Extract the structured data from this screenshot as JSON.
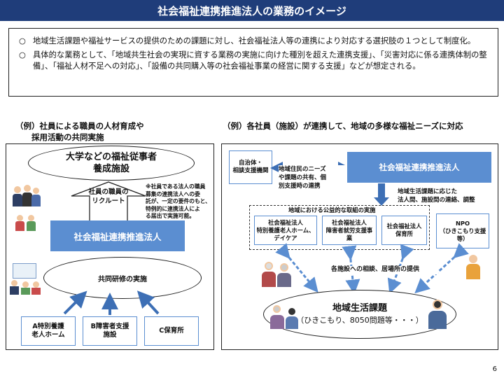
{
  "header": {
    "title": "社会福祉連携推進法人の業務のイメージ"
  },
  "intro": {
    "bullets": [
      {
        "mark": "○",
        "text": "地域生活課題や福祉サービスの提供のための課題に対し、社会福祉法人等の連携により対応する選択肢の１つとして制度化。"
      },
      {
        "mark": "○",
        "text": "具体的な業務として、「地域共生社会の実現に資する業務の実施に向けた種別を超えた連携支援」、「災害対応に係る連携体制の整備」、「福祉人材不足への対応」、「設備の共同購入等の社会福祉事業の経営に関する支援」などが想定される。"
      }
    ]
  },
  "left": {
    "caption": "（例）社員による職員の人材育成や\n　　採用活動の共同実施",
    "university": "大学などの福祉従事者\n養成施設",
    "recruit": "社員の職員の\nリクルート",
    "note": "※社員である法人の職員\n募集の連携法人への委\n託が、一定の要件のもと、\n特例的に連携法人によ\nる届出で実施可能。",
    "corp": "社会福祉連携推進法人",
    "training": "共同研修の実施",
    "facilities": [
      "A特別養護\n老人ホーム",
      "B障害者支援\n施設",
      "C保育所"
    ]
  },
  "right": {
    "caption": "（例）各社員（施設）が連携して、地域の多様な福祉ニーズに対応",
    "municipality": "自治体・\n相談支援機関",
    "needs": "地域住民のニーズ\nや課題の共有、個\n別支援時の連携",
    "corp": "社会福祉連携推進法人",
    "coord": "地域生活課題に応じた\n法人間、施設間の連絡、調整",
    "group_title": "地域における公益的な取組の実施",
    "members": [
      "社会福祉法人\n特別養護老人ホーム、\nデイケア",
      "社会福祉法人\n障害者就労支援事\n業",
      "社会福祉法人\n保育所"
    ],
    "npo": "NPO\n（ひきこもり支援\n等）",
    "consult": "各施設への相談、居場所の提供",
    "issue_title": "地域生活課題",
    "issue_sub": "（ひきこもり、8050問題等・・・）"
  },
  "footer": {
    "page": "6"
  },
  "colors": {
    "header": "#1f3d7a",
    "accent": "#5b8ed1",
    "arrow": "#3d6fb5"
  }
}
